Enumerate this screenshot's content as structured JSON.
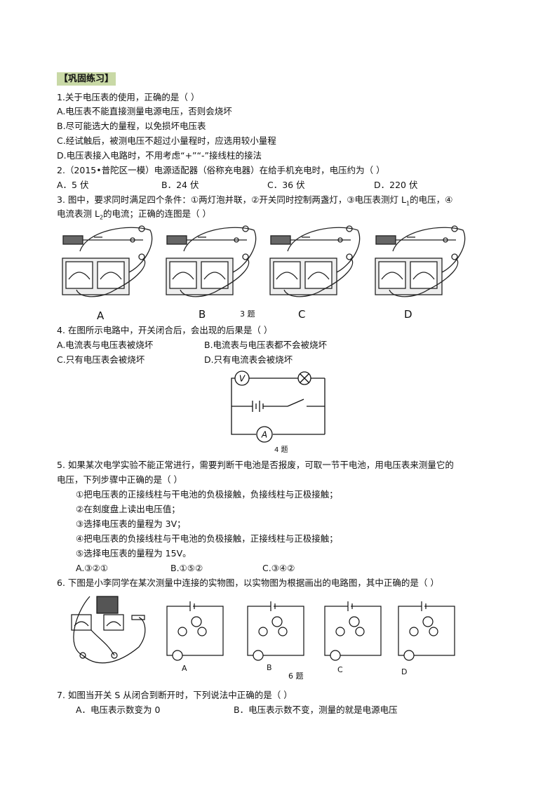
{
  "section": "【巩固练习】",
  "q1": {
    "stem": "1.关于电压表的使用，正确的是（   ）",
    "A": "A.电压表不能直接测量电源电压，否则会烧坏",
    "B": "B.尽可能选大的量程，以免损坏电压表",
    "C": "C.经试触后，被测电压不超过小量程时，应选用较小量程",
    "D": "D.电压表接入电路时，不用考虑“+”“-”接线柱的接法"
  },
  "q2": {
    "stem": "2.（2015•普陀区一模）电源适配器（俗称充电器）在给手机充电时，电压约为（      ）",
    "A": "A．5 伏",
    "B": "B．24 伏",
    "C": "C．36 伏",
    "D": "D．220 伏"
  },
  "q3": {
    "line1": "3. 图中，要求同时满足四个条件：①两灯泡并联，②开关同时控制两盏灯，③电压表测灯 L",
    "line1_sub": "1",
    "line1_tail": "的电压，④",
    "line2_head": "电流表测 L",
    "line2_sub": "2",
    "line2_tail": "的电流；正确的连图是（      ）",
    "labels": [
      "A",
      "B",
      "C",
      "D"
    ],
    "caption": "3 题"
  },
  "q4": {
    "stem": "4. 在图所示电路中，开关闭合后，会出现的后果是（        ）",
    "A": "A.电流表与电压表被烧坏",
    "B": "B.电流表与电压表都不会被烧坏",
    "C": "C.只有电压表会被烧坏",
    "D": "D.只有电流表会被烧坏",
    "meter_v": "V",
    "meter_a": "A",
    "caption": "4 题"
  },
  "q5": {
    "line1": "5. 如果某次电学实验不能正常进行，需要判断干电池是否报废，可取一节干电池，用电压表来测量它的",
    "line2": "电压，下列步骤中正确的是（      ）",
    "steps": [
      "①把电压表的正接线柱与干电池的负极接触，负接线柱与正极接触；",
      "②在刻度盘上读出电压值；",
      "③选择电压表的量程为 3V；",
      "④把电压表的负接线柱与干电池的负极接触，正接线柱与正极接触；",
      "⑤选择电压表的量程为 15V。"
    ],
    "A": "A.③②①",
    "B": "B.①⑤②",
    "C": "C.③④②"
  },
  "q6": {
    "stem": "6. 下图是小李同学在某次测量中连接的实物图，以实物图为根据画出的电路图，其中正确的是（      ）",
    "labels": [
      "A",
      "B",
      "C",
      "D"
    ],
    "caption": "6    题"
  },
  "q7": {
    "stem": "7. 如图当开关 S 从闭合到断开时，下列说法中正确的是（    ）",
    "A": "A．电压表示数变为 0",
    "B": "B．电压表示数不变，测量的就是电源电压"
  }
}
